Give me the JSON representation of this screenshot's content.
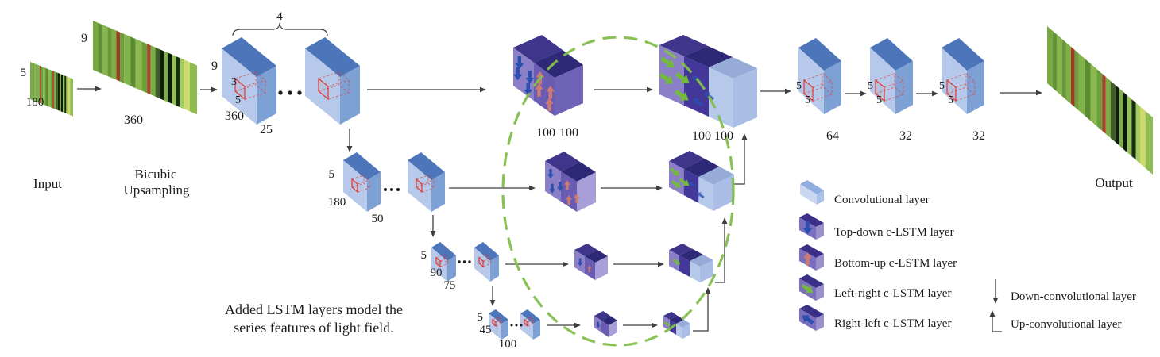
{
  "figure": {
    "images": {
      "input": {
        "caption": "Input",
        "height_label": "5",
        "width_label": "180"
      },
      "bicubic": {
        "caption_line1": "Bicubic",
        "caption_line2": "Upsampling",
        "height_label": "9",
        "width_label": "360"
      },
      "output": {
        "caption": "Output"
      }
    },
    "note": {
      "line1": "Added LSTM layers model the",
      "line2": "series features of light field."
    },
    "stage1": {
      "brace_label": "4",
      "height_label": "9",
      "kernel_height": "3",
      "kernel_width": "5",
      "width_label": "360",
      "channels": "25"
    },
    "stage2": {
      "height_label": "5",
      "width_label": "180",
      "channels": "50"
    },
    "stage3": {
      "height_label": "5",
      "width_label": "90",
      "channels": "75"
    },
    "stage4": {
      "height_label": "5",
      "width_label": "45",
      "channels": "100"
    },
    "lstm_row1_left": {
      "channels_1": "100",
      "channels_2": "100"
    },
    "lstm_row1_right": {
      "channels_1": "100",
      "channels_2": "100"
    },
    "conv64": {
      "kernel_height": "5",
      "kernel_width": "5",
      "channels": "64"
    },
    "conv32a": {
      "kernel_height": "5",
      "kernel_width": "5",
      "channels": "32"
    },
    "conv32b": {
      "kernel_height": "5",
      "kernel_width": "5",
      "channels": "32"
    },
    "legend": {
      "items": [
        {
          "label": "Convolutional layer"
        },
        {
          "label": "Top-down c-LSTM layer"
        },
        {
          "label": "Bottom-up c-LSTM layer"
        },
        {
          "label": "Left-right c-LSTM layer"
        },
        {
          "label": "Right-left c-LSTM layer"
        }
      ],
      "down_conv_label": "Down-convolutional layer",
      "up_conv_label": "Up-convolutional layer"
    },
    "colors": {
      "conv_front": "#b6c9ea",
      "conv_top": "#4d76ba",
      "conv_side": "#7ea1d5",
      "legend_conv_front": "#c9d8f0",
      "legend_conv_top": "#8fadde",
      "legend_conv_side": "#a9c0e8",
      "lstm_front_light": "#8b80c8",
      "lstm_front_mid": "#6a5cb2",
      "lstm_front_dark": "#43389a",
      "lstm_top_dark": "#3f368c",
      "lstm_top_darker": "#2e2976",
      "lstm_top_conv": "#96abd8",
      "lstm_side": "#6f63b8",
      "lstm_side_light": "#a79fd8",
      "lstm_side_conv": "#aabde4",
      "legend_lstm_front": "#7a6fbe",
      "legend_lstm_top": "#3a3088",
      "legend_lstm_side": "#9a90cc",
      "arrow_blue": "#2b4fae",
      "arrow_salmon": "#cb7b71",
      "arrow_green": "#74b83e",
      "ellipse_green": "#84be4c",
      "line": "#3f3f3f",
      "text": "#1c1c1c",
      "kernel_red": "#e0382e"
    }
  }
}
